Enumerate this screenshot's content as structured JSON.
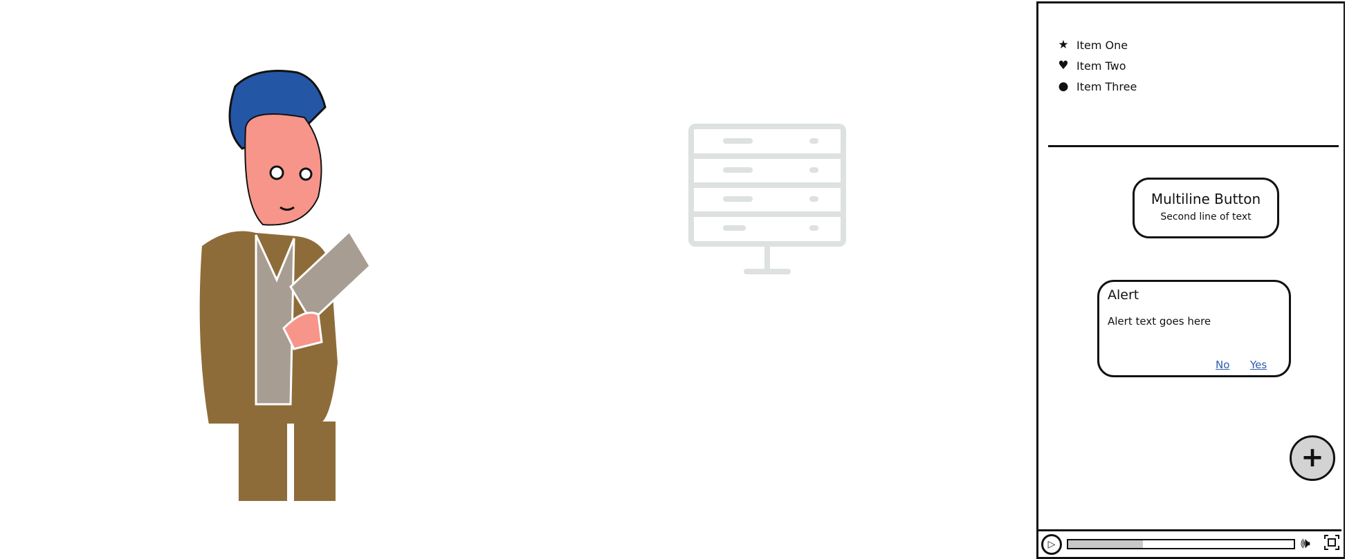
{
  "list": {
    "items": [
      {
        "icon": "star-icon",
        "glyph": "★",
        "label": "Item One"
      },
      {
        "icon": "heart-icon",
        "glyph": "♥",
        "label": "Item Two"
      },
      {
        "icon": "circle-icon",
        "glyph": "●",
        "label": "Item Three"
      }
    ]
  },
  "multiline_button": {
    "line1": "Multiline Button",
    "line2": "Second line of text"
  },
  "alert": {
    "title": "Alert",
    "body": "Alert text goes here",
    "no": "No",
    "yes": "Yes"
  },
  "fab": {
    "glyph": "+"
  },
  "video": {
    "progress_percent": 33,
    "play_glyph": "▷",
    "volume_glyph": "🕪"
  },
  "colors": {
    "link": "#2a5bb0",
    "hair": "#2456a6",
    "skin": "#f7958a",
    "jacket": "#8e6c3a",
    "server": "#dde1df"
  }
}
